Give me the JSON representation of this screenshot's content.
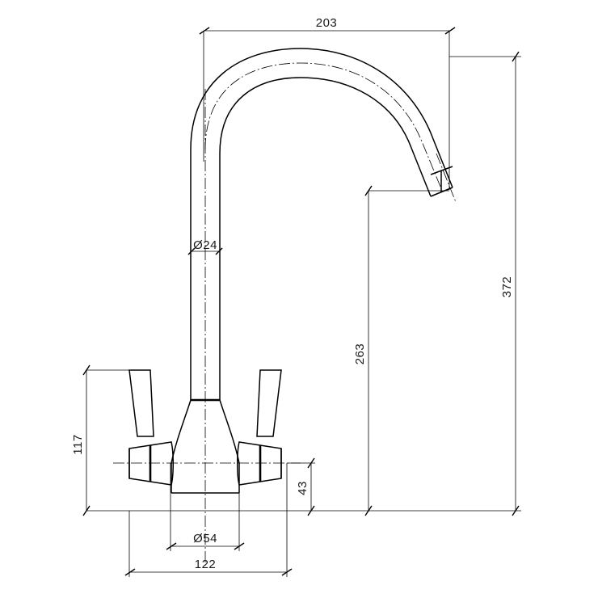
{
  "drawing": {
    "type": "engineering-dimension-drawing",
    "subject": "Kitchen mixer tap / gooseneck faucet with twin lever handles",
    "view": "front elevation",
    "units": "mm",
    "background_color": "#ffffff",
    "line_color": "#000000",
    "text_color": "#1a1a1a"
  },
  "dimensions": {
    "overall_width_spout_reach": {
      "label": "203",
      "name": "spout-reach-width",
      "orientation": "horizontal",
      "position": "top"
    },
    "overall_height": {
      "label": "372",
      "name": "overall-height",
      "orientation": "vertical-rotated",
      "position": "right-outer"
    },
    "spout_outlet_height": {
      "label": "263",
      "name": "spout-outlet-height",
      "orientation": "vertical-rotated",
      "position": "right-inner"
    },
    "riser_diameter": {
      "label": "Ø24",
      "name": "riser-tube-diameter",
      "orientation": "horizontal",
      "position": "riser-mid"
    },
    "handle_height": {
      "label": "117",
      "name": "handle-height",
      "orientation": "vertical-rotated",
      "position": "left-outer"
    },
    "base_height": {
      "label": "43",
      "name": "base-collar-height",
      "orientation": "vertical-rotated",
      "position": "center-right-lower"
    },
    "base_diameter": {
      "label": "Ø54",
      "name": "base-collar-diameter",
      "orientation": "horizontal",
      "position": "bottom-inner"
    },
    "handle_spread": {
      "label": "122",
      "name": "handle-spread-width",
      "orientation": "horizontal",
      "position": "bottom-outer"
    }
  },
  "geometry_notes": {
    "centerline_style": "dash-dot",
    "hidden_detail": "none",
    "arrow_style": "slash-tick"
  }
}
